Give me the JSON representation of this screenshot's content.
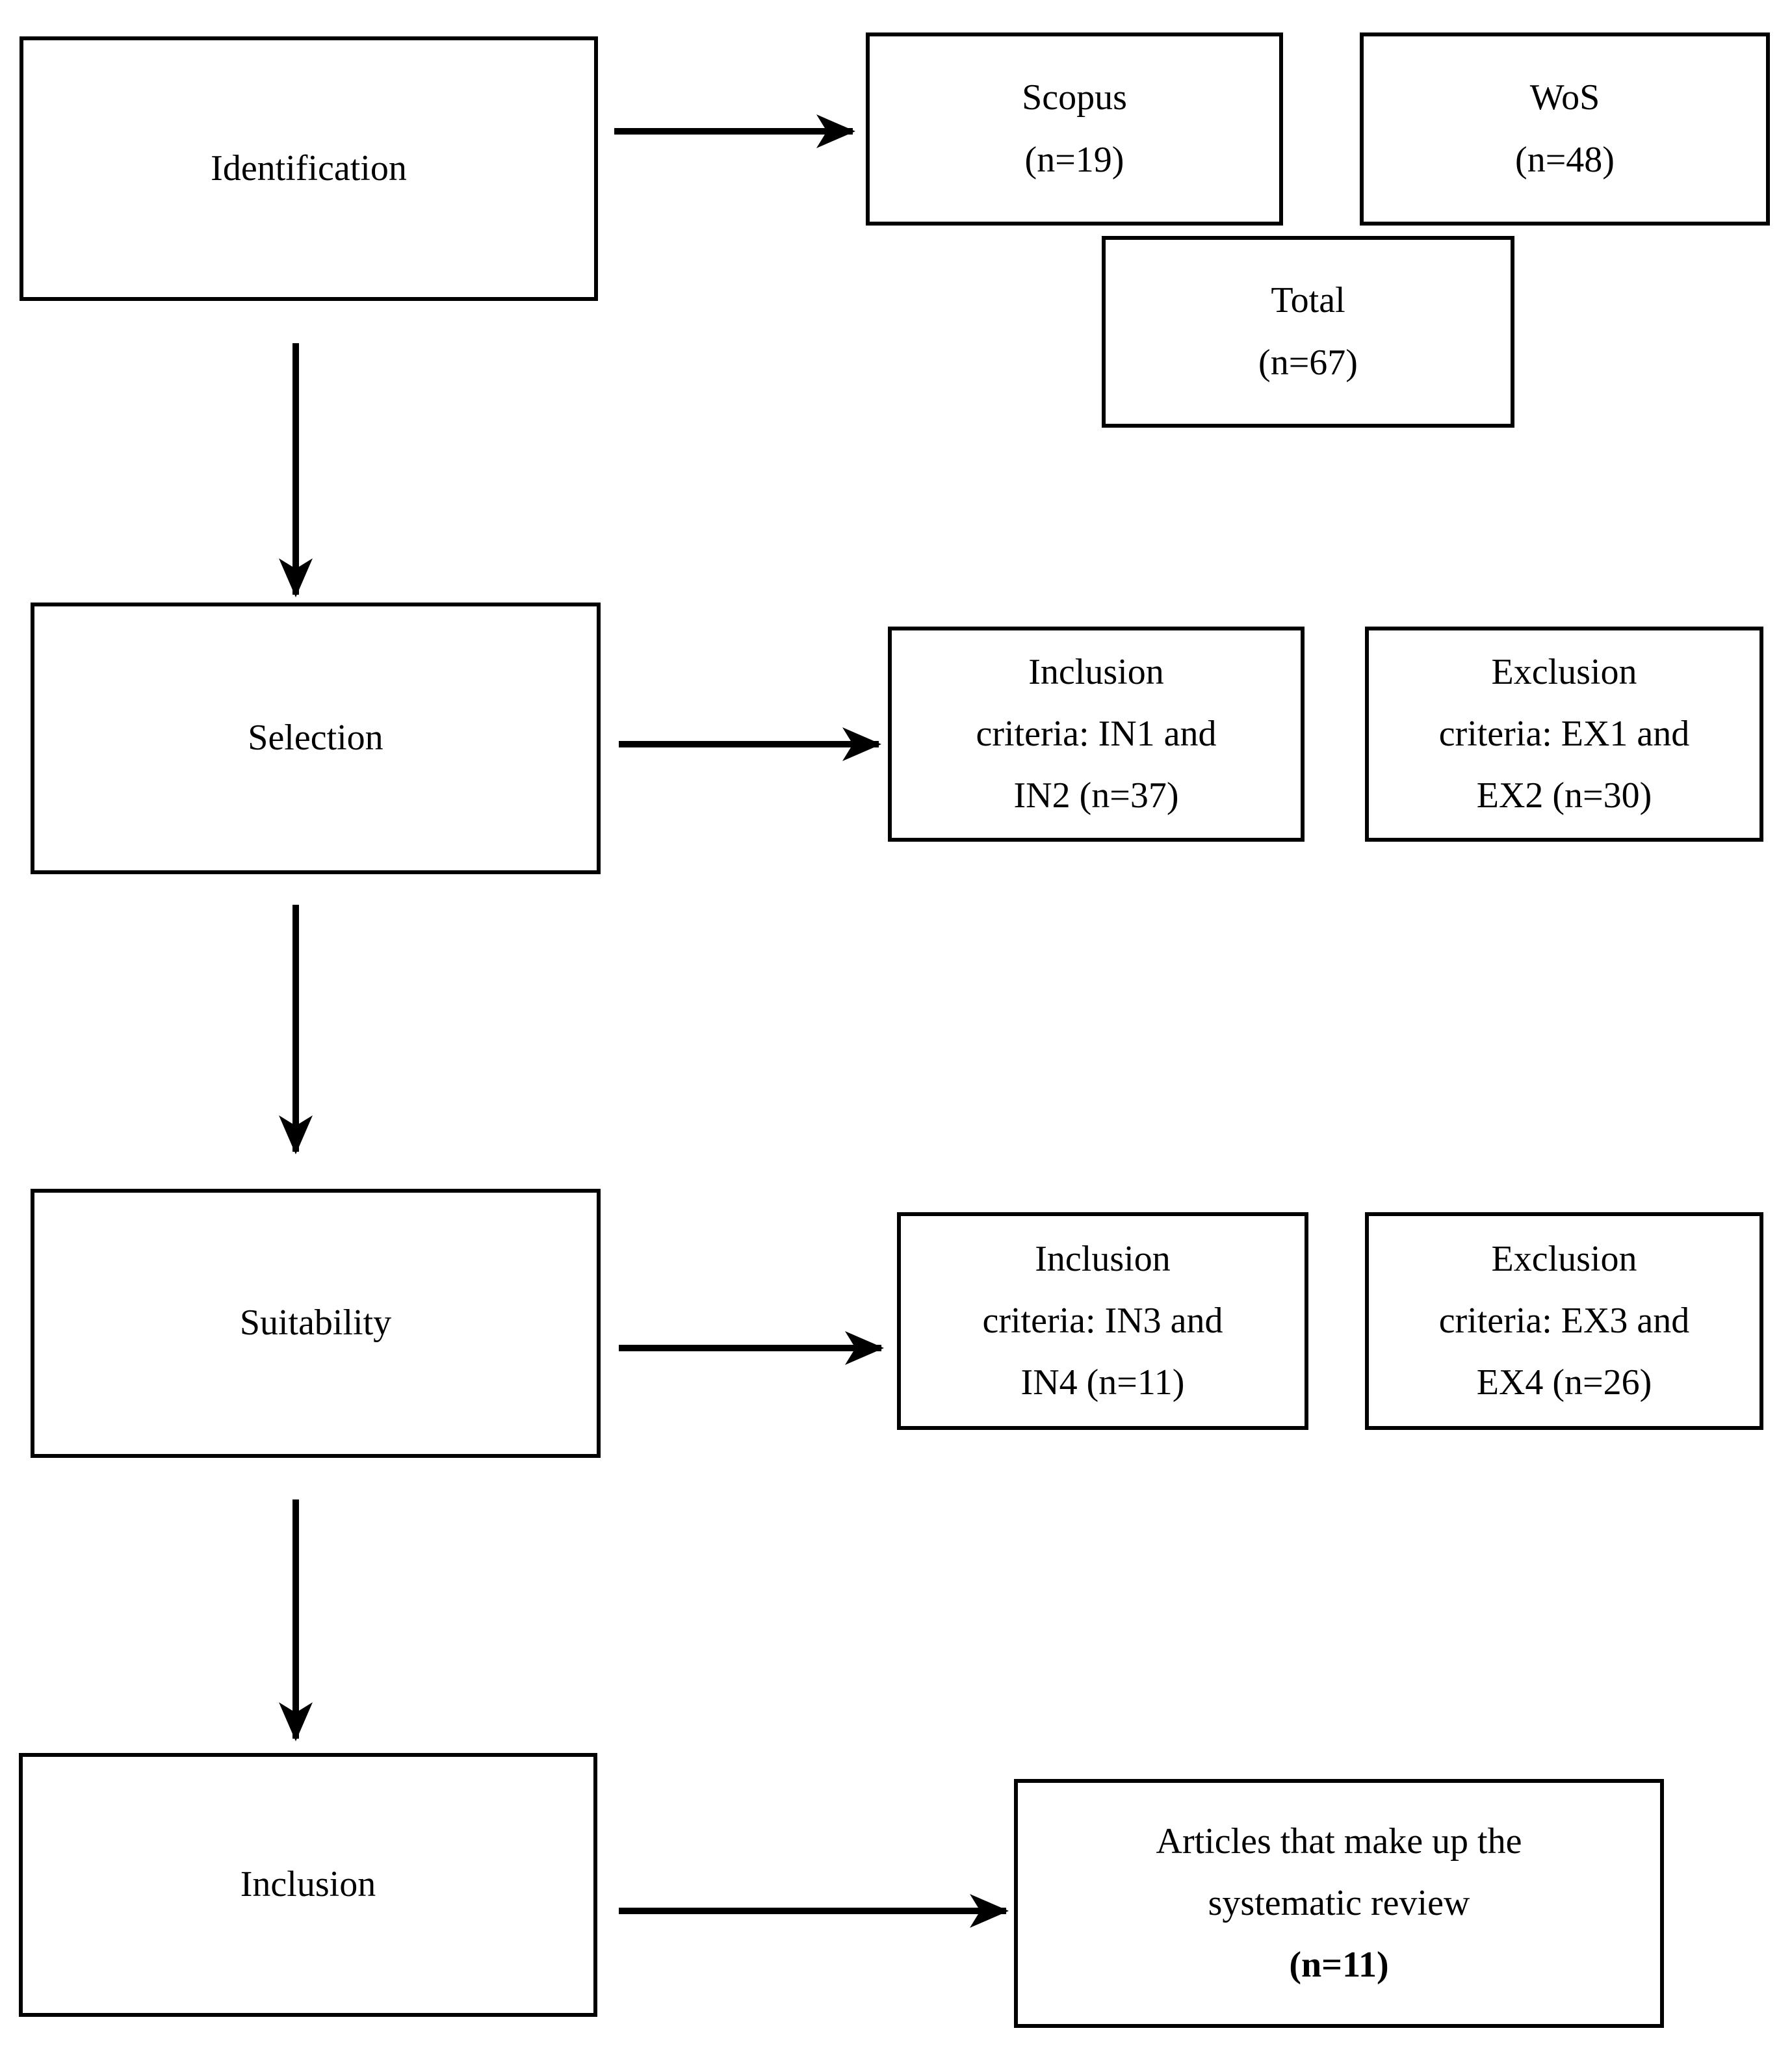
{
  "boxes": {
    "identification": {
      "lines": [
        "Identification"
      ]
    },
    "scopus": {
      "lines": [
        "Scopus",
        "(n=19)"
      ]
    },
    "wos": {
      "lines": [
        "WoS",
        "(n=48)"
      ]
    },
    "total": {
      "lines": [
        "Total",
        "(n=67)"
      ]
    },
    "selection": {
      "lines": [
        "Selection"
      ]
    },
    "inclusion_criteria_1": {
      "lines": [
        "Inclusion",
        "criteria: IN1 and",
        "IN2 (n=37)"
      ]
    },
    "exclusion_criteria_1": {
      "lines": [
        "Exclusion",
        "criteria: EX1 and",
        "EX2 (n=30)"
      ]
    },
    "suitability": {
      "lines": [
        "Suitability"
      ]
    },
    "inclusion_criteria_2": {
      "lines": [
        "Inclusion",
        "criteria: IN3 and",
        "IN4 (n=11)"
      ]
    },
    "exclusion_criteria_2": {
      "lines": [
        "Exclusion",
        "criteria: EX3 and",
        "EX4 (n=26)"
      ]
    },
    "inclusion": {
      "lines": [
        "Inclusion"
      ]
    },
    "articles": {
      "lines": [
        "Articles that make up the",
        "systematic review",
        "(n=11)"
      ]
    }
  },
  "connections": [
    {
      "from": "identification",
      "to": "scopus"
    },
    {
      "from": "identification",
      "to": "selection"
    },
    {
      "from": "selection",
      "to": "inclusion_criteria_1"
    },
    {
      "from": "selection",
      "to": "suitability"
    },
    {
      "from": "suitability",
      "to": "inclusion_criteria_2"
    },
    {
      "from": "suitability",
      "to": "inclusion"
    },
    {
      "from": "inclusion",
      "to": "articles"
    }
  ],
  "colors": {
    "border": "#000000",
    "text": "#000000",
    "arrow": "#000000",
    "background": "#ffffff"
  }
}
